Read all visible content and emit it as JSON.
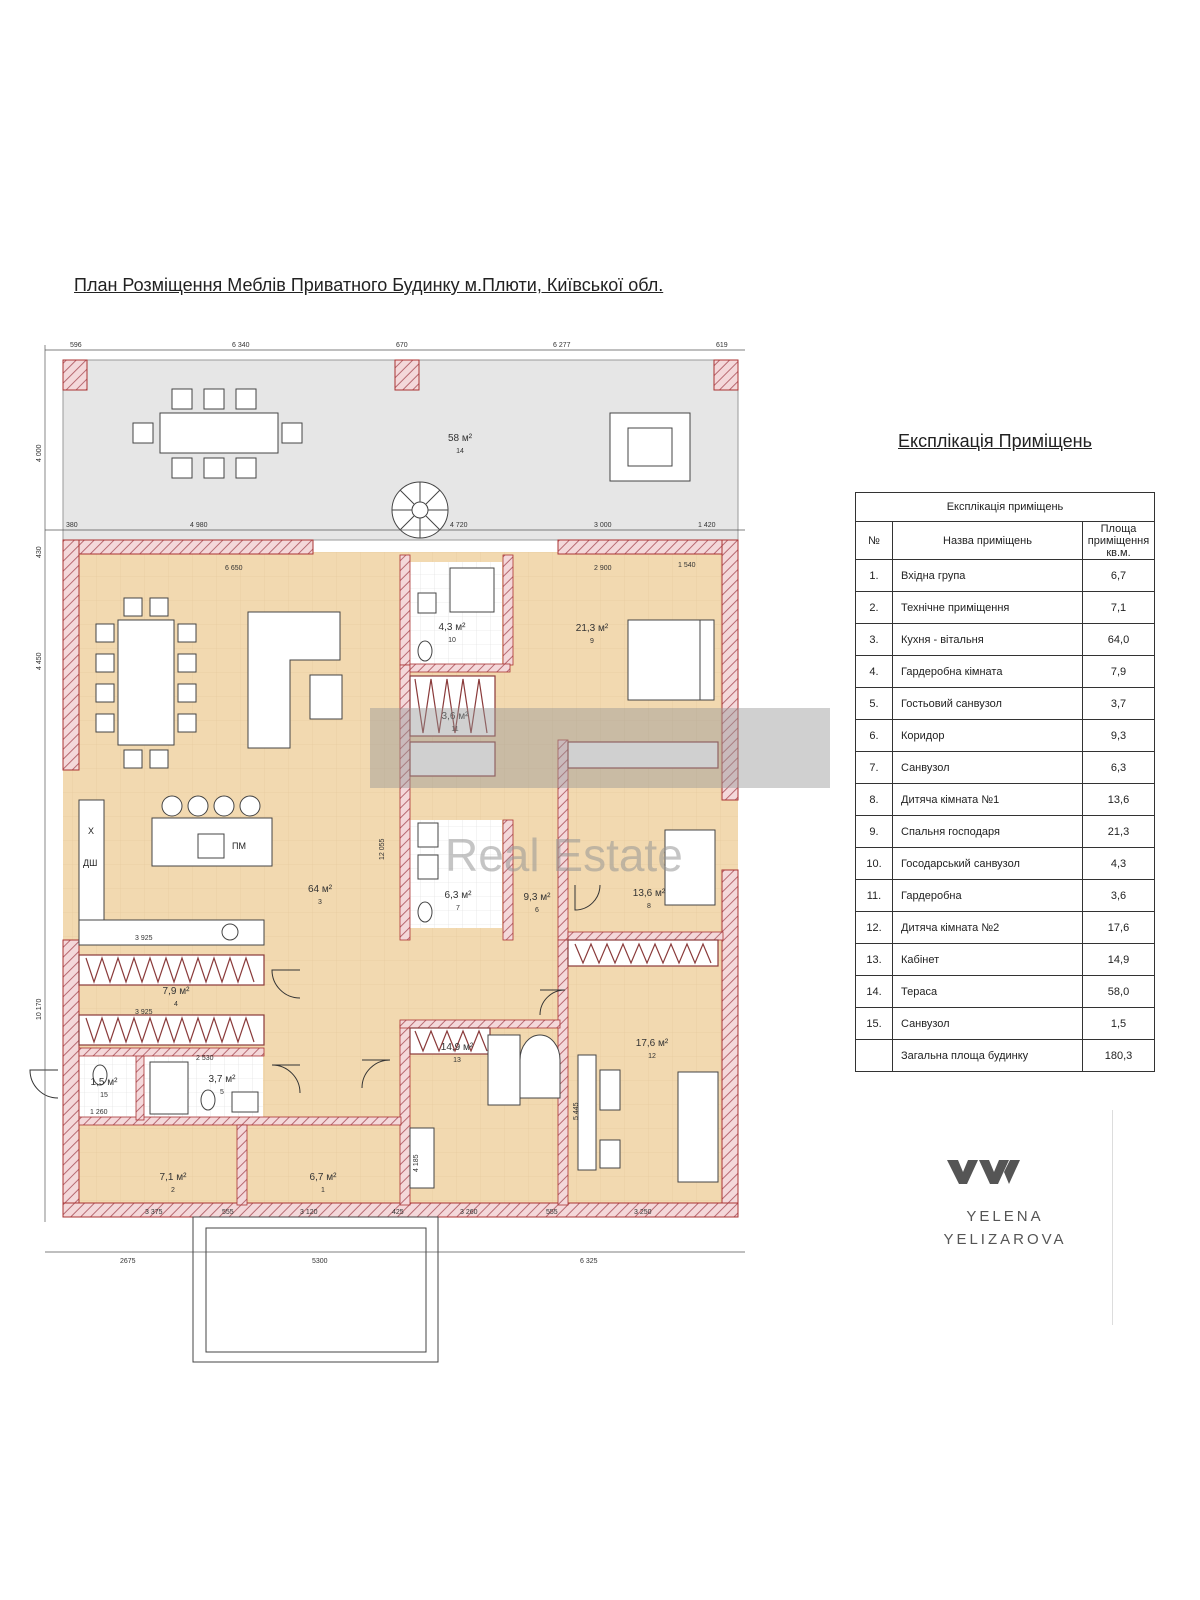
{
  "plan": {
    "title": "План Розміщення Меблів Приватного Будинку м.Плюти, Київської обл.",
    "top_dims": [
      "596",
      "6 340",
      "670",
      "6 277",
      "619"
    ],
    "terrace_row_dims": [
      "380",
      "4 980",
      "4 720",
      "3 000",
      "1 420"
    ],
    "left_dims": [
      "4 000",
      "430",
      "4 450",
      "10 170"
    ],
    "bottom_dims": [
      "2675",
      "5300",
      "6 325"
    ],
    "inner_dims": [
      "6 650",
      "2 900",
      "1 540",
      "3 925",
      "3 925",
      "2 530",
      "1 260",
      "3 375",
      "555",
      "3 120",
      "425",
      "3 260",
      "555",
      "3 250",
      "12 055",
      "4 185",
      "5 445"
    ],
    "marker": "ПМ",
    "kitchen_side_labels": [
      "X",
      "ДШ"
    ],
    "rooms": [
      {
        "area": "58 м²",
        "no": "14"
      },
      {
        "area": "64 м²",
        "no": "3"
      },
      {
        "area": "4,3 м²",
        "no": "10"
      },
      {
        "area": "21,3 м²",
        "no": "9"
      },
      {
        "area": "3,6 м²",
        "no": "11"
      },
      {
        "area": "6,3 м²",
        "no": "7"
      },
      {
        "area": "9,3 м²",
        "no": "6"
      },
      {
        "area": "13,6 м²",
        "no": "8"
      },
      {
        "area": "7,9 м²",
        "no": "4"
      },
      {
        "area": "1,5 м²",
        "no": "15"
      },
      {
        "area": "3,7 м²",
        "no": "5"
      },
      {
        "area": "14,9 м²",
        "no": "13"
      },
      {
        "area": "17,6 м²",
        "no": "12"
      },
      {
        "area": "7,1 м²",
        "no": "2"
      },
      {
        "area": "6,7 м²",
        "no": "1"
      }
    ]
  },
  "explication": {
    "heading": "Експлікація Приміщень",
    "table_caption": "Експлікація приміщень",
    "col_no": "№",
    "col_name": "Назва приміщень",
    "col_area": "Площа приміщення кв.м.",
    "rows": [
      {
        "no": "1.",
        "name": "Вхідна група",
        "area": "6,7"
      },
      {
        "no": "2.",
        "name": "Технічне приміщення",
        "area": "7,1"
      },
      {
        "no": "3.",
        "name": "Кухня - вітальня",
        "area": "64,0"
      },
      {
        "no": "4.",
        "name": "Гардеробна кімната",
        "area": "7,9"
      },
      {
        "no": "5.",
        "name": "Гостьовий санвузол",
        "area": "3,7"
      },
      {
        "no": "6.",
        "name": "Коридор",
        "area": "9,3"
      },
      {
        "no": "7.",
        "name": "Санвузол",
        "area": "6,3"
      },
      {
        "no": "8.",
        "name": "Дитяча кімната №1",
        "area": "13,6"
      },
      {
        "no": "9.",
        "name": "Спальня господаря",
        "area": "21,3"
      },
      {
        "no": "10.",
        "name": "Госодарський санвузол",
        "area": "4,3"
      },
      {
        "no": "11.",
        "name": "Гардеробна",
        "area": "3,6"
      },
      {
        "no": "12.",
        "name": "Дитяча кімната №2",
        "area": "17,6"
      },
      {
        "no": "13.",
        "name": "Кабінет",
        "area": "14,9"
      },
      {
        "no": "14.",
        "name": "Тераса",
        "area": "58,0"
      },
      {
        "no": "15.",
        "name": "Санвузол",
        "area": "1,5"
      }
    ],
    "total_label": "Загальна площа будинку",
    "total_area": "180,3"
  },
  "brand": {
    "line1": "YELENA",
    "line2": "YELIZAROVA"
  },
  "watermark": {
    "text": "Real Estate"
  },
  "colors": {
    "floor": "#f2d9b0",
    "wall": "#d7a3a8",
    "terrace": "#e6e6e6",
    "line": "#333333"
  }
}
